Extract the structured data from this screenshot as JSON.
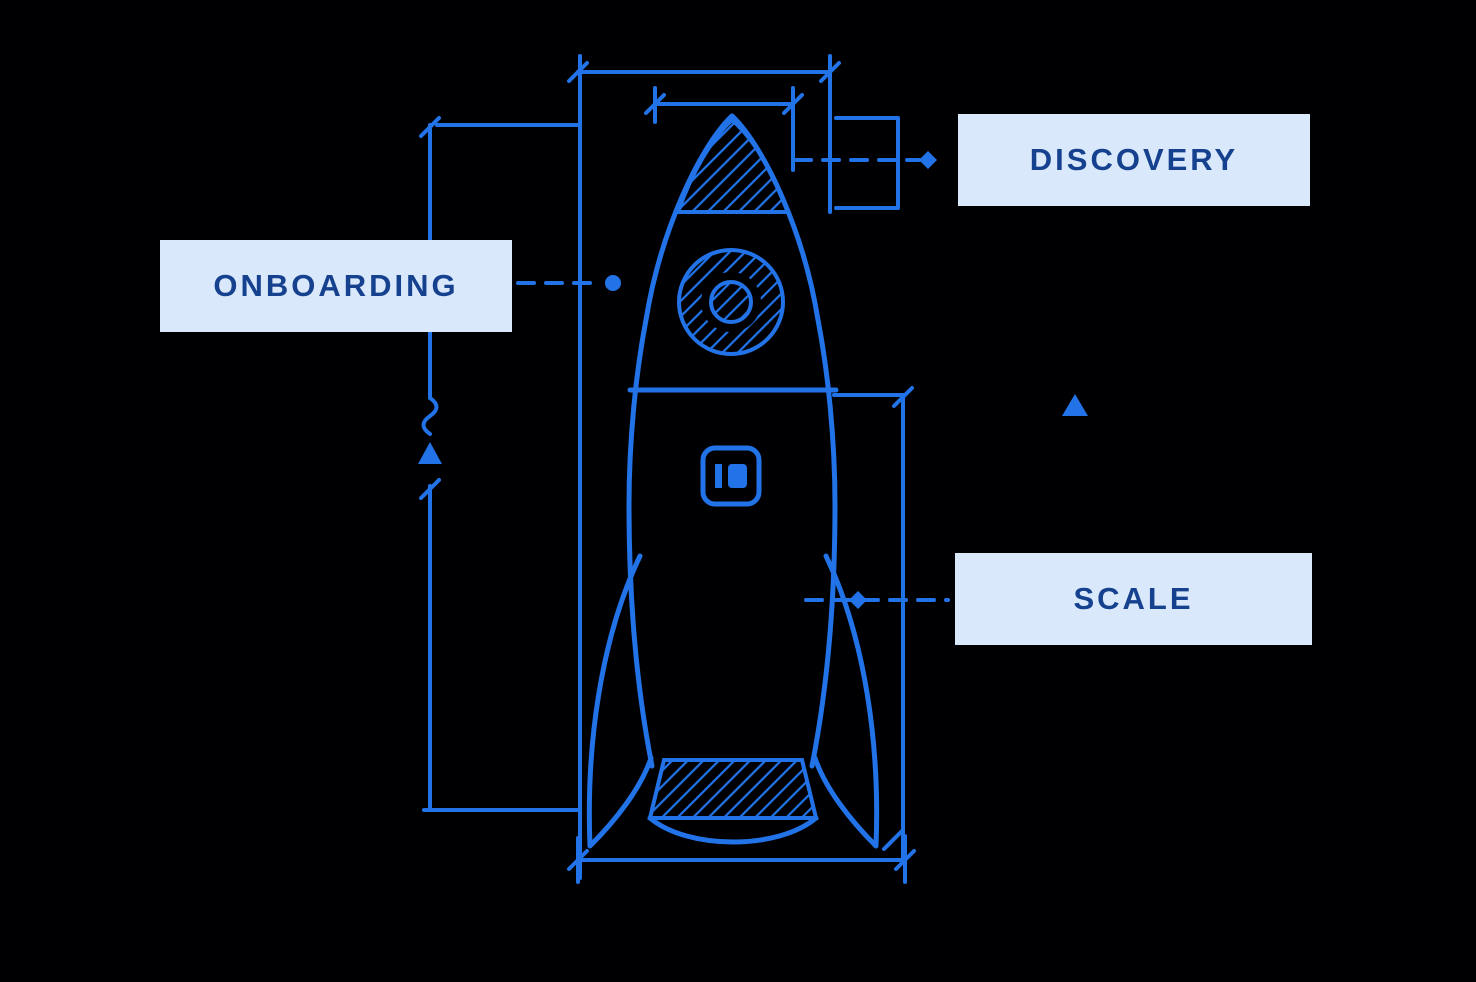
{
  "diagram": {
    "type": "blueprint-rocket",
    "description": "Blueprint-style rocket sketch with dimension lines and three stage labels",
    "labels": [
      {
        "id": "discovery",
        "text": "DISCOVERY"
      },
      {
        "id": "onboarding",
        "text": "ONBOARDING"
      },
      {
        "id": "scale",
        "text": "SCALE"
      }
    ],
    "colors": {
      "background": "#000003",
      "line": "#2273E8",
      "label_bg": "#D9E9FB",
      "label_text": "#16418F"
    }
  }
}
